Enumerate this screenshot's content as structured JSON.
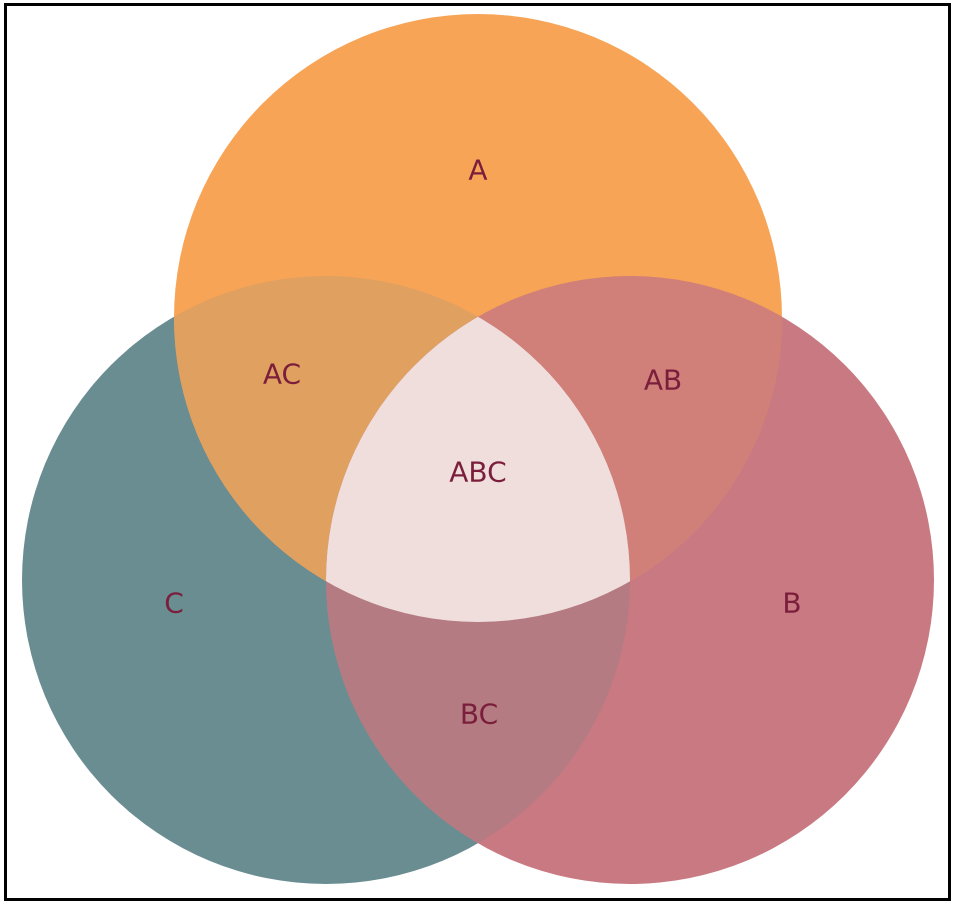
{
  "diagram": {
    "type": "venn-3",
    "colors": {
      "set_a": "#f7a457",
      "set_b": "#c87981",
      "set_c": "#6a8d92",
      "ab": "#d07f79",
      "ac": "#e0a05f",
      "bc": "#b57b82",
      "abc": "#f0dedd",
      "label": "#7a1e3c",
      "border": "#000000"
    },
    "labels": {
      "a": "A",
      "b": "B",
      "c": "C",
      "ab": "AB",
      "ac": "AC",
      "bc": "BC",
      "abc": "ABC"
    }
  }
}
